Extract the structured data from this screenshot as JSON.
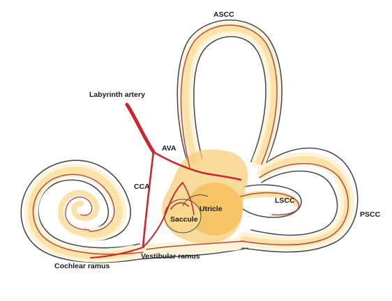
{
  "labels": {
    "ascc": "ASCC",
    "labyrinth_artery": "Labyrinth artery",
    "ava": "AVA",
    "cca": "CCA",
    "lscc": "LSCC",
    "utricle": "Utricle",
    "saccule": "Saccule",
    "pscc": "PSCC",
    "vestibular_ramus": "Vestibular ramus",
    "cochlear_ramus": "Cochlear ramus"
  },
  "colors": {
    "outline": "#4a4a4a",
    "membrane_fill": "#fdf3d8",
    "labyrinth_light": "#fbe2a6",
    "labyrinth_mid": "#f6cf7a",
    "vestibule": "#f5c565",
    "artery": "#c8282d",
    "vessel_thin": "#b54a43"
  }
}
